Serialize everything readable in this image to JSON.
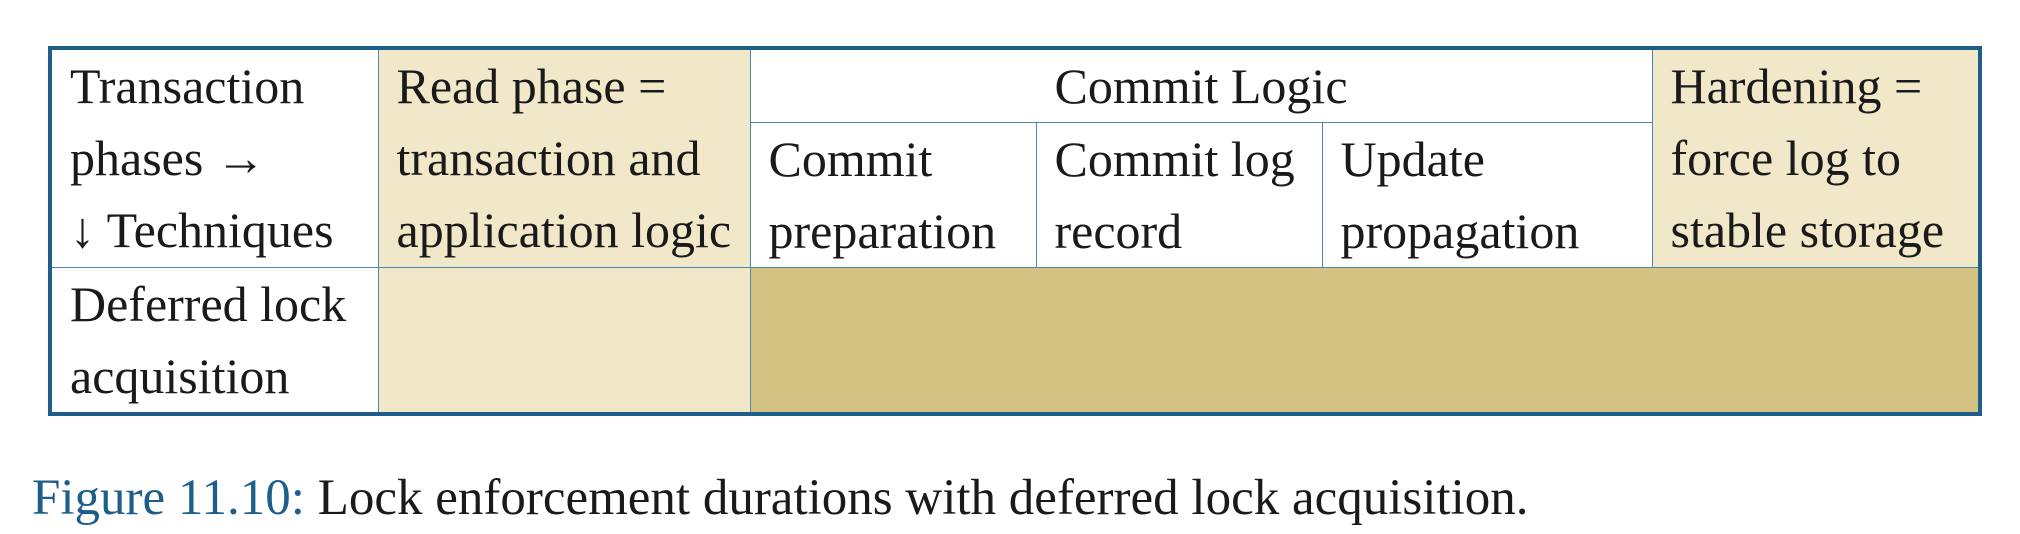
{
  "table": {
    "corner": {
      "line1": "Transaction",
      "line2": "phases →",
      "line3": "↓ Techniques"
    },
    "read_phase": {
      "line1": "Read phase =",
      "line2": "transaction and",
      "line3": "application logic"
    },
    "commit_logic": "Commit Logic",
    "commit_preparation": {
      "line1": "Commit",
      "line2": "preparation"
    },
    "commit_log_record": {
      "line1": "Commit log",
      "line2": "record"
    },
    "update_propagation": {
      "line1": "Update",
      "line2": "propagation"
    },
    "hardening": {
      "line1": "Hardening =",
      "line2": "force log to",
      "line3": "stable storage"
    },
    "row_technique": {
      "line1": "Deferred lock",
      "line2": "acquisition"
    }
  },
  "caption": {
    "number": "Figure 11.10:",
    "text": "Lock enforcement durations with deferred lock acquisition."
  },
  "colors": {
    "border": "#1d5f8a",
    "light_fill": "#f0e8c8",
    "dark_fill": "#d4c283",
    "caption_number": "#1d5f8a"
  }
}
